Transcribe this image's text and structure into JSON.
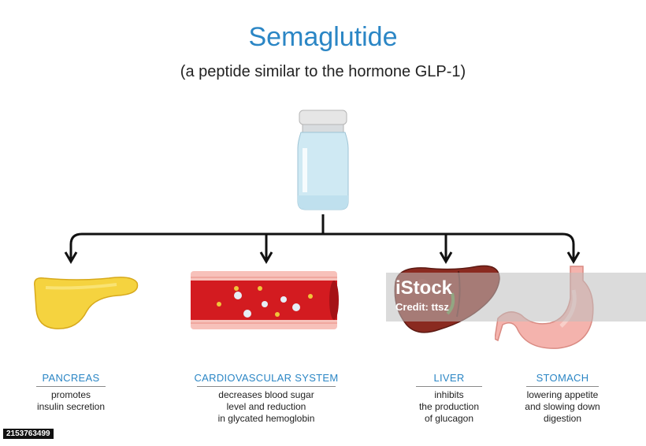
{
  "header": {
    "title": "Semaglutide",
    "subtitle": "(a peptide similar to the hormone GLP-1)"
  },
  "vial": {
    "icon": "vial-icon",
    "liquid_color": "#cfe9f3"
  },
  "organs": [
    {
      "name": "PANCREAS",
      "description": [
        "promotes",
        "insulin secretion"
      ],
      "icon": "pancreas-icon"
    },
    {
      "name": "CARDIOVASCULAR SYSTEM",
      "description": [
        "decreases blood sugar",
        "level and reduction",
        "in glycated hemoglobin"
      ],
      "icon": "blood-vessel-icon"
    },
    {
      "name": "LIVER",
      "description": [
        "inhibits",
        "the production",
        "of glucagon"
      ],
      "icon": "liver-icon"
    },
    {
      "name": "STOMACH",
      "description": [
        "lowering appetite",
        "and slowing down",
        "digestion"
      ],
      "icon": "stomach-icon"
    }
  ],
  "watermark": {
    "logo": "iStock",
    "credit": "Credit: ttsz",
    "id": "2153763499"
  },
  "colors": {
    "accent": "#2b86c5",
    "pancreas": "#f5d33f",
    "liver": "#8a2a20",
    "stomach": "#f4b3ad",
    "blood": "#d31b20"
  }
}
